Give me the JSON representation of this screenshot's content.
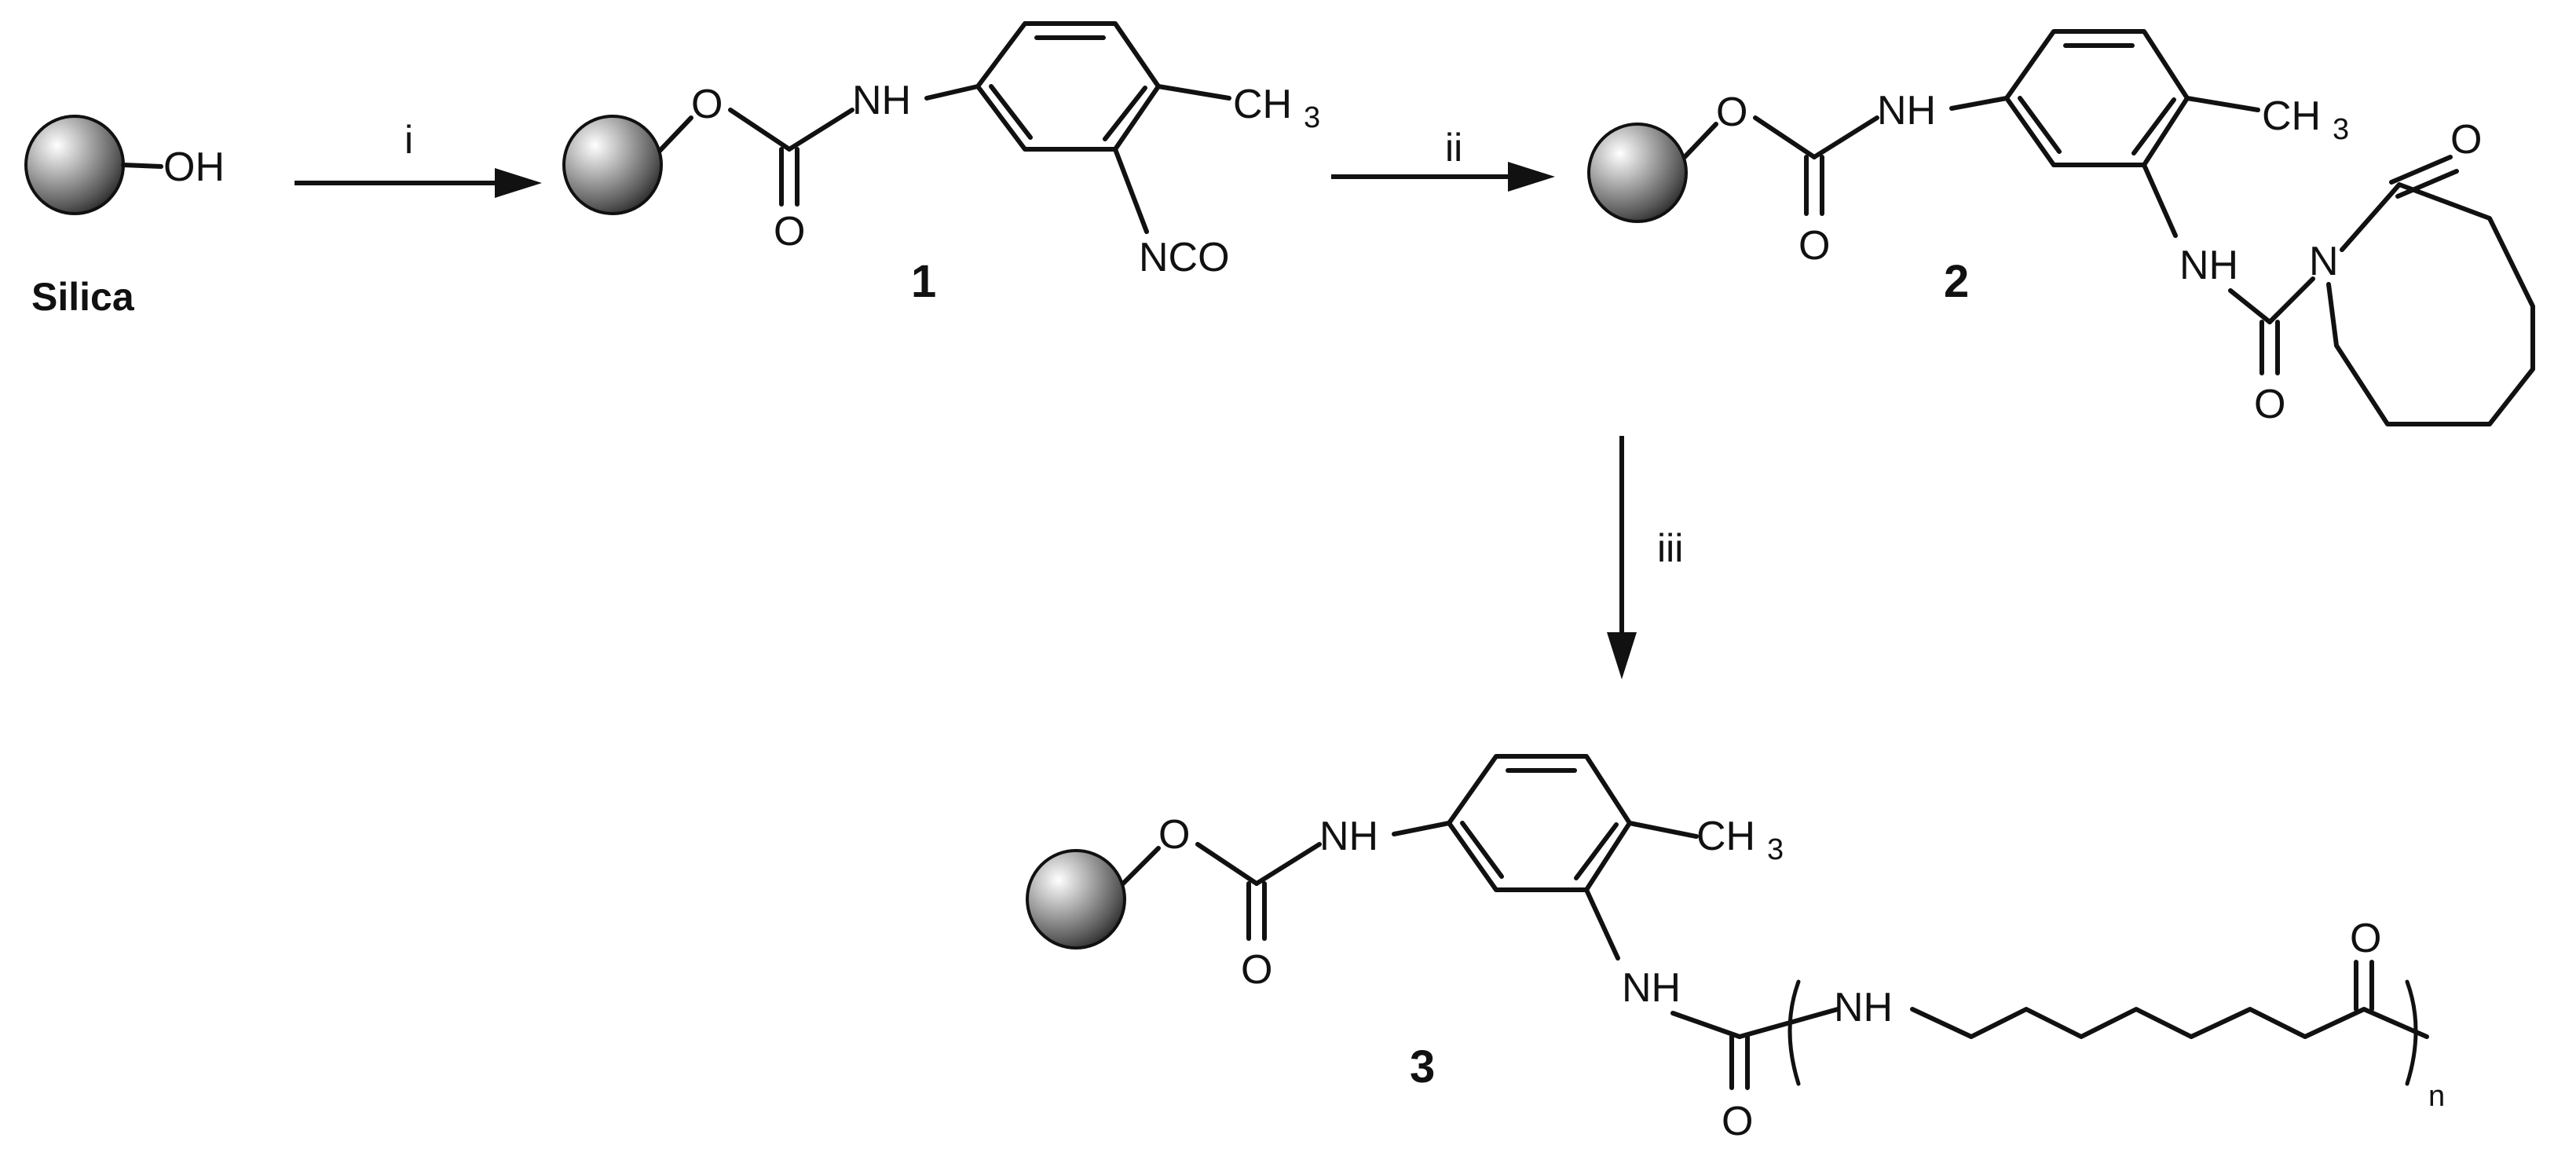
{
  "scheme": {
    "reagent_silica": {
      "group": "OH",
      "name": "Silica"
    },
    "steps": [
      "i",
      "ii",
      "iii"
    ],
    "compounds": [
      "1",
      "2",
      "3"
    ],
    "atoms": {
      "O": "O",
      "NH": "NH",
      "N": "N",
      "CH": "CH",
      "three": "3",
      "NCO": "NCO",
      "n": "n"
    }
  }
}
